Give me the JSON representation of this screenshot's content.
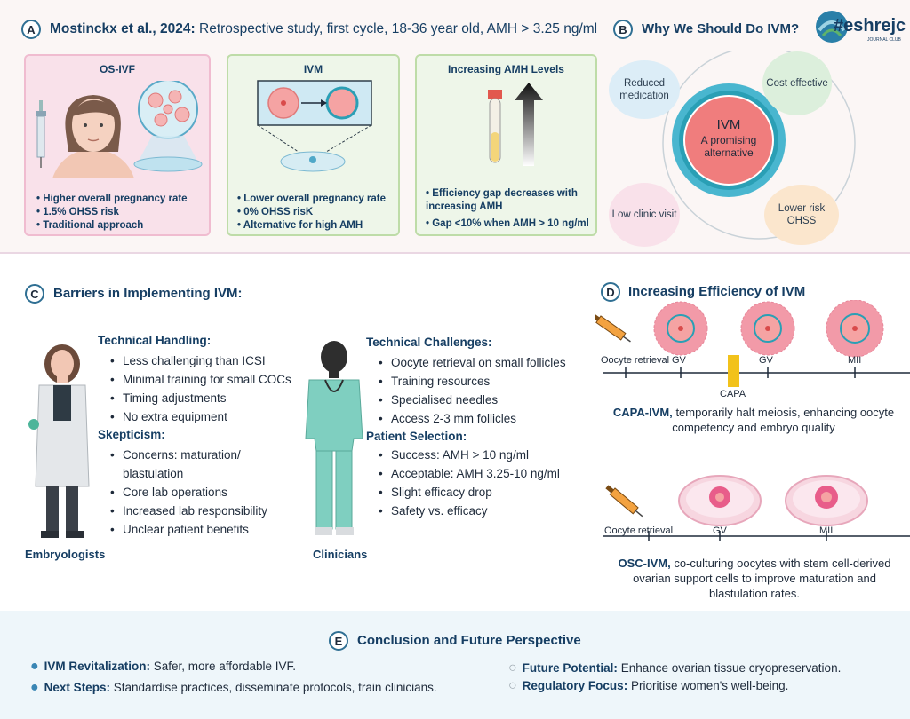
{
  "sectionA": {
    "letter": "A",
    "title_bold": "Mostinckx et al., 2024:",
    "subtitle": "Retrospective study, first cycle, 18-36 year old, AMH > 3.25 ng/ml",
    "cards": [
      {
        "title": "OS-IVF",
        "bullets": [
          "Higher overall pregnancy rate",
          "1.5% OHSS risk",
          "Traditional approach"
        ]
      },
      {
        "title": "IVM",
        "bullets": [
          "Lower overall pregnancy rate",
          "0% OHSS risK",
          "Alternative for high AMH"
        ]
      },
      {
        "title": "Increasing AMH Levels",
        "bullets": [
          "Efficiency gap decreases with increasing AMH",
          "Gap <10% when AMH > 10 ng/ml"
        ]
      }
    ]
  },
  "sectionB": {
    "letter": "B",
    "title": "Why We Should Do IVM?",
    "center_title": "IVM",
    "center_sub": "A promising alternative",
    "petals": [
      "Reduced medication",
      "Cost effective",
      "Low clinic visit",
      "Lower risk OHSS"
    ]
  },
  "logo": {
    "text": "#eshrejc",
    "sub": "JOURNAL CLUB"
  },
  "sectionC": {
    "letter": "C",
    "title": "Barriers in Implementing IVM:",
    "left": {
      "head1": "Technical Handling:",
      "items1": [
        "Less challenging than ICSI",
        "Minimal training for small COCs",
        "Timing adjustments",
        "No extra equipment"
      ],
      "head2": "Skepticism:",
      "items2": [
        "Concerns: maturation/ blastulation",
        "Core lab operations",
        "Increased lab responsibility",
        "Unclear patient benefits"
      ],
      "role": "Embryologists"
    },
    "right": {
      "head1": "Technical Challenges:",
      "items1": [
        "Oocyte retrieval on small follicles",
        "Training resources",
        "Specialised needles",
        "Access 2-3 mm follicles"
      ],
      "head2": "Patient Selection:",
      "items2": [
        "Success: AMH > 10 ng/ml",
        "Acceptable: AMH 3.25-10 ng/ml",
        "Slight efficacy drop",
        "Safety vs. efficacy"
      ],
      "role": "Clinicians"
    }
  },
  "sectionD": {
    "letter": "D",
    "title": "Increasing Efficiency of IVM",
    "capa": {
      "labels": [
        "Oocyte retrieval",
        "GV",
        "GV",
        "MII"
      ],
      "marker": "CAPA",
      "desc_bold": "CAPA-IVM,",
      "desc": "temporarily halt meiosis, enhancing oocyte competency and embryo quality"
    },
    "osc": {
      "labels": [
        "Oocyte retrieval",
        "GV",
        "MII"
      ],
      "desc_bold": "OSC-IVM,",
      "desc": "co-culturing oocytes with stem cell-derived ovarian support cells to improve maturation and blastulation rates."
    }
  },
  "sectionE": {
    "letter": "E",
    "title": "Conclusion and Future Perspective",
    "items": [
      {
        "bold": "IVM Revitalization:",
        "text": "Safer, more affordable IVF."
      },
      {
        "bold": "Next Steps:",
        "text": "Standardise practices, disseminate protocols, train clinicians."
      },
      {
        "bold": "Future Potential:",
        "text": "Enhance ovarian tissue cryopreservation."
      },
      {
        "bold": "Regulatory Focus:",
        "text": "Prioritise women's well-being."
      }
    ]
  },
  "colors": {
    "navy": "#163e63",
    "pink_card": "#f9e1ea",
    "green_card": "#eef6e9",
    "ivm_center": "#f07d7d",
    "teal_ring": "#2a9fb5",
    "capa_marker": "#f2c21b"
  }
}
